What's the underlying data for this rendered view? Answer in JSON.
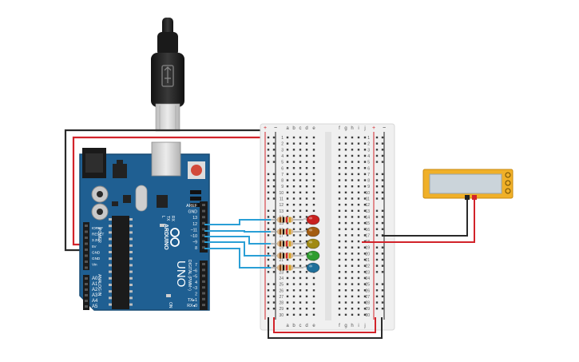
{
  "colors": {
    "board": "#1f5f92",
    "board_dark": "#174a73",
    "header": "#1b1b1b",
    "breadboard": "#f0f0f0",
    "rail_red": "#d2232a",
    "rail_black": "#222222",
    "wire_red": "#d2232a",
    "wire_black": "#2a2a2a",
    "wire_blue": "#2a9fd6",
    "lcd_frame": "#f0b028",
    "lcd_screen": "#cbd4da",
    "led_red": "#c8201e",
    "led_orange": "#a35c10",
    "led_yellow": "#a08a12",
    "led_green": "#2e9c2e",
    "led_blue": "#1f6f9a"
  },
  "arduino": {
    "logo": "ARDUINO",
    "model": "UNO",
    "power_section": "POWER",
    "analog_section": "ANALOG IN",
    "digital_section": "DIGITAL (PWM~)",
    "power_pins": [
      "IOREF",
      "RESET",
      "3.3V",
      "5V",
      "GND",
      "GND",
      "Vin"
    ],
    "analog_pins": [
      "A0",
      "A1",
      "A2",
      "A3",
      "A4",
      "A5"
    ],
    "digital_top": [
      "AREF",
      "GND",
      "13",
      "12",
      "~11",
      "~10",
      "~9",
      "8"
    ],
    "digital_bottom": [
      "7",
      "~6",
      "~5",
      "4",
      "~3",
      "2",
      "TX▸1",
      "RX◂0"
    ],
    "on_label": "ON",
    "tx_label": "TX",
    "rx_label": "RX",
    "l_label": "L",
    "icon": "usb-plug-icon"
  },
  "breadboard": {
    "columns_left": [
      "a",
      "b",
      "c",
      "d",
      "e"
    ],
    "columns_right": [
      "f",
      "g",
      "h",
      "i",
      "j"
    ],
    "rail_plus": "+",
    "rail_minus": "−",
    "rows": [
      "1",
      "2",
      "3",
      "4",
      "5",
      "6",
      "7",
      "8",
      "9",
      "10",
      "11",
      "12",
      "13",
      "14",
      "15",
      "16",
      "17",
      "18",
      "19",
      "20",
      "21",
      "22",
      "23",
      "24",
      "25",
      "26",
      "27",
      "28",
      "29",
      "30"
    ]
  },
  "leds": [
    "red",
    "orange",
    "yellow",
    "green",
    "blue"
  ],
  "lcd": {
    "text": ""
  }
}
